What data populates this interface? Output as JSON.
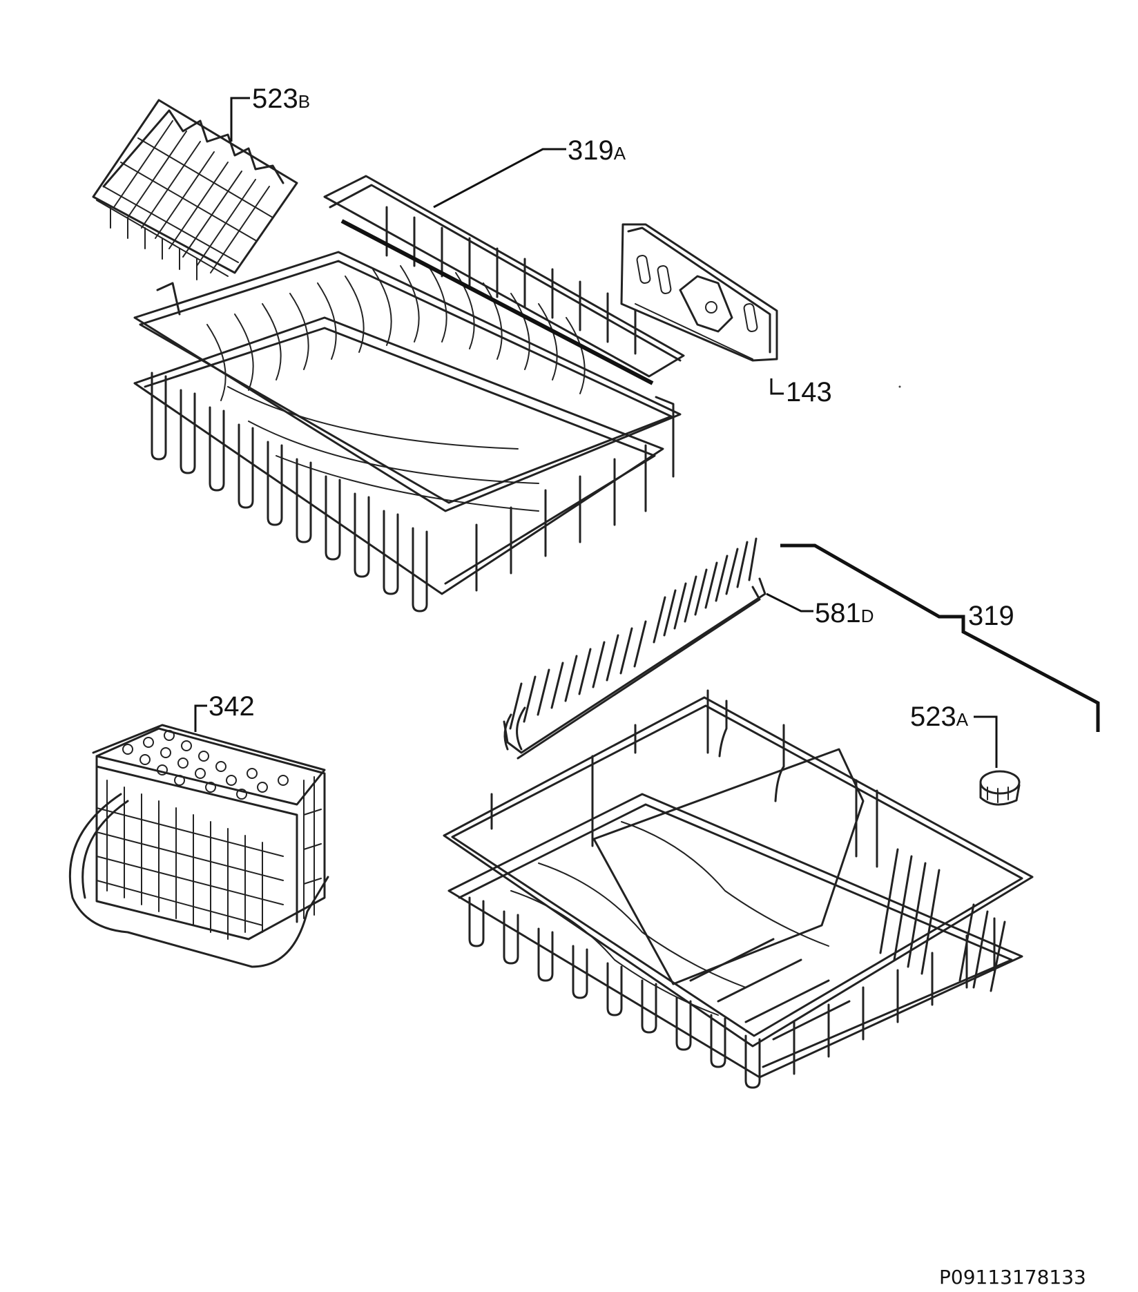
{
  "labels": {
    "cutlery_insert_upper": {
      "number": "523",
      "suffix": "B"
    },
    "upper_basket": {
      "number": "319",
      "suffix": "A"
    },
    "rail_bracket": {
      "number": "143",
      "suffix": ""
    },
    "plate_rack": {
      "number": "581",
      "suffix": "D"
    },
    "lower_basket": {
      "number": "319",
      "suffix": ""
    },
    "cutlery_basket": {
      "number": "342",
      "suffix": ""
    },
    "wheel": {
      "number": "523",
      "suffix": "A"
    }
  },
  "document_id": "P09113178133"
}
